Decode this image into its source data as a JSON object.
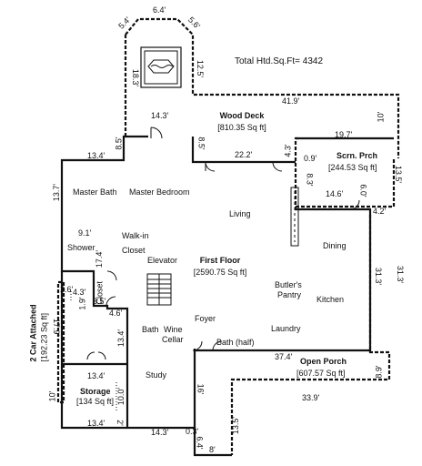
{
  "total": "Total Htd.Sq.Ft= 4342",
  "areas": {
    "wood_deck": {
      "name": "Wood Deck",
      "sqft": "[810.35 Sq ft]"
    },
    "screen_porch": {
      "name": "Scrn. Prch",
      "sqft": "[244.53 Sq ft]"
    },
    "first_floor": {
      "name": "First Floor",
      "sqft": "[2590.75 Sq ft]"
    },
    "garage": {
      "name": "2 Car Attached",
      "sqft": "[192.23 Sq ft]"
    },
    "storage": {
      "name": "Storage",
      "sqft": "[134 Sq ft]"
    },
    "open_porch": {
      "name": "Open Porch",
      "sqft": "[607.57 Sq ft]"
    }
  },
  "rooms": {
    "master_bath": "Master Bath",
    "master_bedroom": "Master Bedroom",
    "living": "Living",
    "dining": "Dining",
    "walkin": "Walk-in",
    "closet": "Closet",
    "shower": "Shower",
    "elevator": "Elevator",
    "closet2": "Closet",
    "butlers": "Butler's",
    "pantry": "Pantry",
    "kitchen": "Kitchen",
    "bath": "Bath",
    "wine": "Wine",
    "cellar": "Cellar",
    "foyer": "Foyer",
    "laundry": "Laundry",
    "bath_half": "Bath (half)",
    "study": "Study"
  },
  "dims": {
    "d_6_4": "6.4'",
    "d_5_4": "5.4'",
    "d_5_6": "5.6'",
    "d_18_3": "18.3'",
    "d_12_5": "12.5'",
    "d_41_9": "41.9'",
    "d_10": "10'",
    "d_14_3_top": "14.3'",
    "d_8_5_left": "8.5'",
    "d_8_5_mid": "8.5'",
    "d_22_2": "22.2'",
    "d_4_3": "4.3'",
    "d_0_9": "0.9'",
    "d_19_7": "19.7'",
    "d_13_5_right": "13.5'",
    "d_13_4_top": "13.4'",
    "d_13_7": "13.7'",
    "d_8_3": "8.3'",
    "d_14_6": "14.6'",
    "d_6_0": "6.0'",
    "d_4_2": "4.2'",
    "d_9_1": "9.1'",
    "d_17_4": "17.4'",
    "d_31_3_in": "31.3'",
    "d_31_3_out": "31.3'",
    "d_2_6": "2.6'",
    "d_4_3b": "4.3'",
    "d_1_9": "1.9'",
    "d_3_5": "3.5'",
    "d_4_6": "4.6'",
    "d_17_9": "17.9'",
    "d_13_4_mid": "13.4'",
    "d_13_4_store": "13.4'",
    "d_8_9": "8.9'",
    "d_37_4": "37.4'",
    "d_10_left": "10'",
    "d_10_0": "10.0'",
    "d_16": "16'",
    "d_33_9": "33.9'",
    "d_13_4_bot": "13.4'",
    "d_2": "2'",
    "d_14_3_bot": "14.3'",
    "d_0_3": "0.3'",
    "d_6_4b": "6.4'",
    "d_13_5_bot": "13.5'",
    "d_8": "8'"
  }
}
